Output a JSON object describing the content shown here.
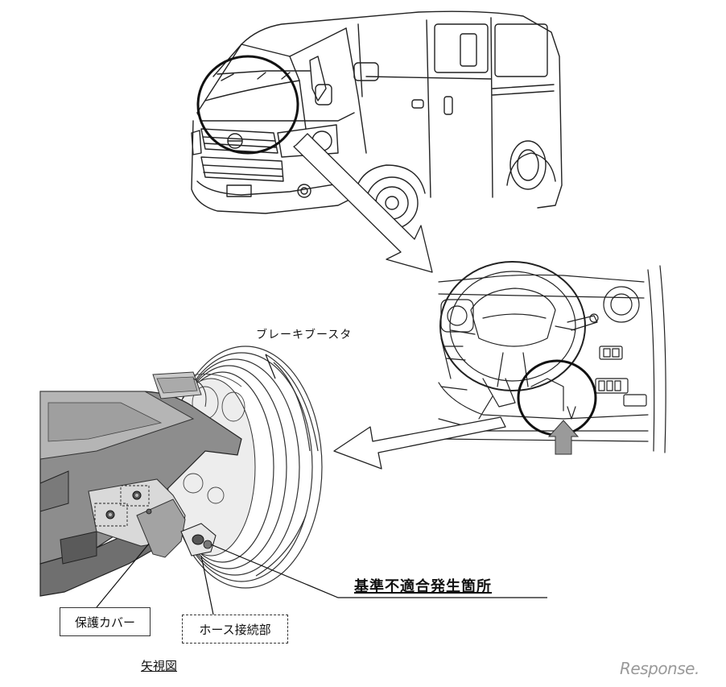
{
  "labels": {
    "brake_booster": "ブレーキブースタ",
    "nonconformity_location": "基準不適合発生箇所",
    "protection_cover": "保護カバー",
    "hose_connection": "ホース接続部",
    "arrow_view": "矢視図"
  },
  "watermark": {
    "text": "Response."
  },
  "colors": {
    "line": "#222222",
    "metal_gray": "#8d8d8d",
    "light_gray": "#c9c9c9",
    "pointer_arrow": "#9a9a9a"
  },
  "icons": {
    "upward_arrow": "up-arrow-icon"
  }
}
